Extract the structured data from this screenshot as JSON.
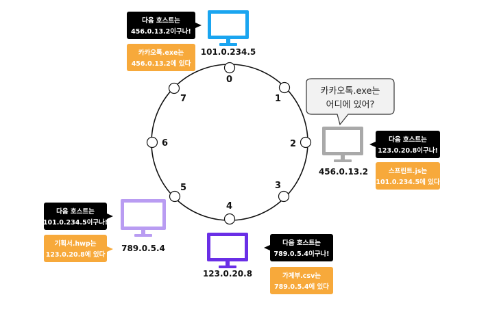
{
  "ring": {
    "slots": [
      "0",
      "1",
      "2",
      "3",
      "4",
      "5",
      "6",
      "7"
    ]
  },
  "nodes": [
    {
      "ip": "101.0.234.5",
      "color": "#1aa5f0",
      "next_host": [
        "다음 호스트는",
        "456.0.13.2이구나!"
      ],
      "file_note": [
        "카카오톡.exe는",
        "456.0.13.2에 있다"
      ]
    },
    {
      "ip": "456.0.13.2",
      "color": "#a9a9a9",
      "next_host": [
        "다음 호스트는",
        "123.0.20.8이구나!"
      ],
      "file_note": [
        "스프린트.js는",
        "101.0.234.5에 있다"
      ]
    },
    {
      "ip": "123.0.20.8",
      "color": "#6a2fe6",
      "next_host": [
        "다음 호스트는",
        "789.0.5.4이구나!"
      ],
      "file_note": [
        "가계부.csv는",
        "789.0.5.4에 있다"
      ]
    },
    {
      "ip": "789.0.5.4",
      "color": "#b99cf2",
      "next_host": [
        "다음 호스트는",
        "101.0.234.5이구나!"
      ],
      "file_note": [
        "기획서.hwp는",
        "123.0.20.8에 있다"
      ]
    }
  ],
  "question_bubble": [
    "카카오톡.exe는",
    "어디에 있어?"
  ],
  "colors": {
    "black_callout": "#000000",
    "orange_callout": "#f7a93b",
    "ring": "#111111",
    "bubble_fill": "#f2f2f2"
  }
}
